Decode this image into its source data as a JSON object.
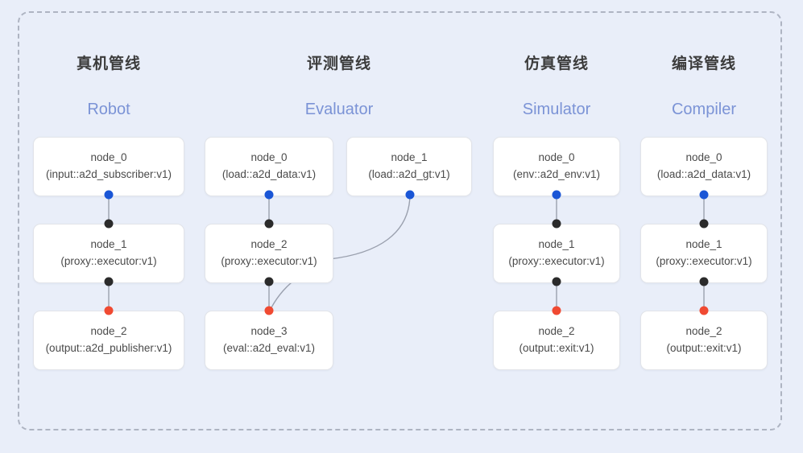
{
  "panel": {
    "border_style": "dashed",
    "border_color": "#aeb4c2",
    "background": "#e9eef9"
  },
  "palette": {
    "port_input": "#1a56d6",
    "port_mid": "#2b2b2b",
    "port_output": "#f04a32",
    "node_bg": "#ffffff",
    "node_border": "#e2e4e9",
    "title_color": "#3c3c3c",
    "subtitle_color": "#7b93d6",
    "edge_color": "#9aa0ae"
  },
  "columns": [
    {
      "title": "真机管线",
      "subtitle": "Robot"
    },
    {
      "title": "评测管线",
      "subtitle": "Evaluator"
    },
    {
      "title": "仿真管线",
      "subtitle": "Simulator"
    },
    {
      "title": "编译管线",
      "subtitle": "Compiler"
    }
  ],
  "nodes": [
    {
      "name": "node_0",
      "type": "(input::a2d_subscriber:v1)"
    },
    {
      "name": "node_1",
      "type": "(proxy::executor:v1)"
    },
    {
      "name": "node_2",
      "type": "(output::a2d_publisher:v1)"
    },
    {
      "name": "node_0",
      "type": "(load::a2d_data:v1)"
    },
    {
      "name": "node_1",
      "type": "(load::a2d_gt:v1)"
    },
    {
      "name": "node_2",
      "type": "(proxy::executor:v1)"
    },
    {
      "name": "node_3",
      "type": "(eval::a2d_eval:v1)"
    },
    {
      "name": "node_0",
      "type": "(env::a2d_env:v1)"
    },
    {
      "name": "node_1",
      "type": "(proxy::executor:v1)"
    },
    {
      "name": "node_2",
      "type": "(output::exit:v1)"
    },
    {
      "name": "node_0",
      "type": "(load::a2d_data:v1)"
    },
    {
      "name": "node_1",
      "type": "(proxy::executor:v1)"
    },
    {
      "name": "node_2",
      "type": "(output::exit:v1)"
    }
  ]
}
